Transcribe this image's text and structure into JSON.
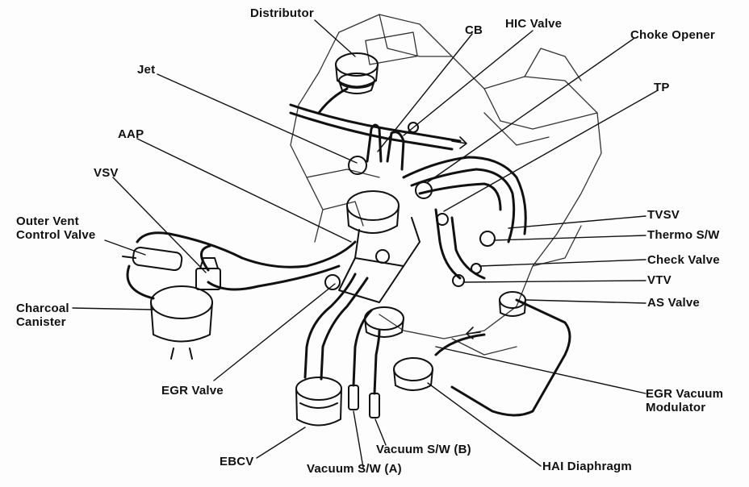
{
  "diagram": {
    "labels": {
      "distributor": "Distributor",
      "cb": "CB",
      "hic_valve": "HIC Valve",
      "choke_opener": "Choke Opener",
      "jet": "Jet",
      "tp": "TP",
      "aap": "AAP",
      "vsv": "VSV",
      "outer_vent_line1": "Outer Vent",
      "outer_vent_line2": "Control Valve",
      "charcoal_line1": "Charcoal",
      "charcoal_line2": "Canister",
      "tvsv": "TVSV",
      "thermo_sw": "Thermo S/W",
      "check_valve": "Check Valve",
      "vtv": "VTV",
      "as_valve": "AS Valve",
      "egr_valve": "EGR Valve",
      "egr_vac_line1": "EGR Vacuum",
      "egr_vac_line2": "Modulator",
      "ebcv": "EBCV",
      "vacuum_sw_b": "Vacuum S/W (B)",
      "vacuum_sw_a": "Vacuum S/W (A)",
      "hai_diaphragm": "HAI Diaphragm"
    },
    "colors": {
      "ink": "#111111",
      "paper": "#fdfdfd"
    }
  }
}
